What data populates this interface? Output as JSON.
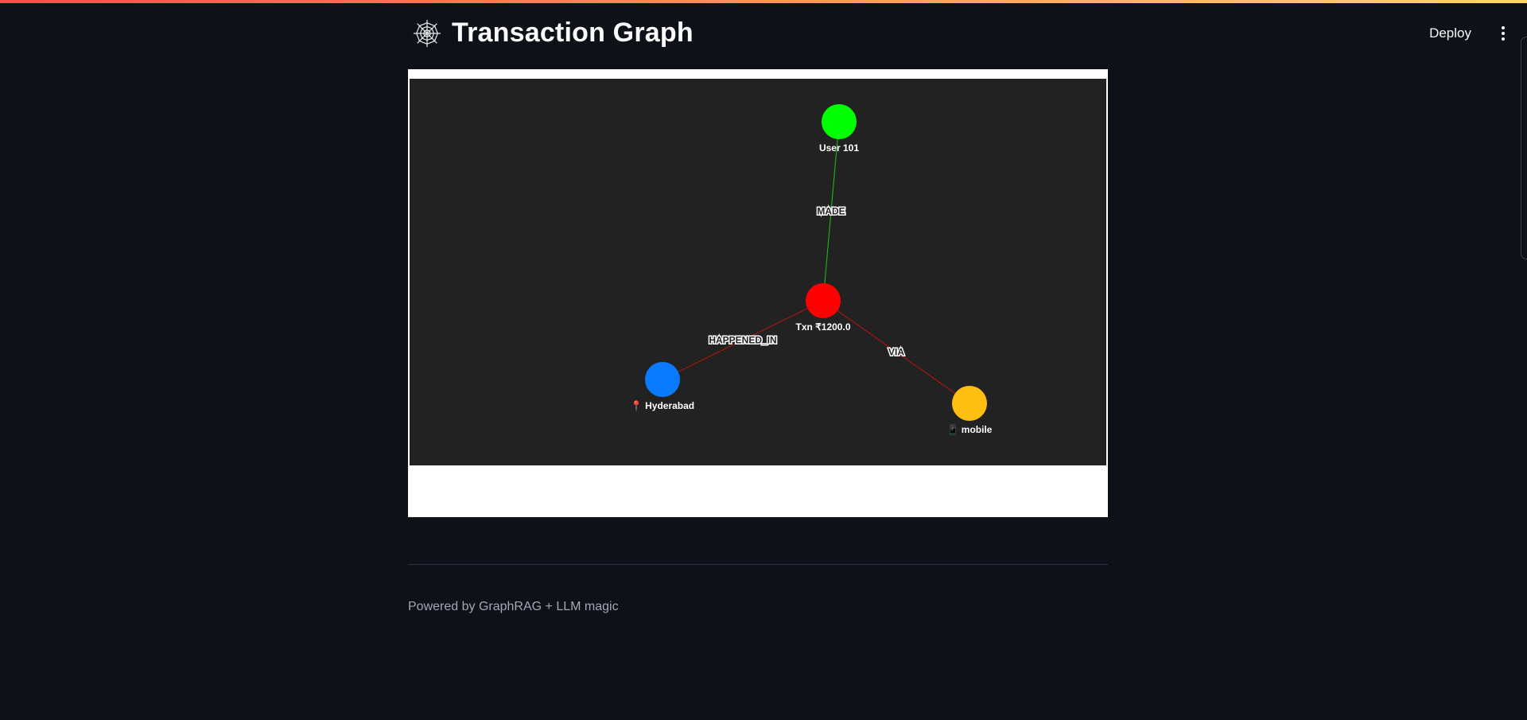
{
  "header": {
    "deploy_label": "Deploy",
    "menu_icon": "kebab-menu-icon"
  },
  "page": {
    "title": "Transaction Graph",
    "title_icon": "spider-web-icon",
    "footer": "Powered by GraphRAG + LLM magic"
  },
  "graph": {
    "background": "#222222",
    "nodes": [
      {
        "id": "user",
        "label": "User 101",
        "color": "#00ff00"
      },
      {
        "id": "txn",
        "label": "Txn ₹1200.0",
        "color": "#ff0000"
      },
      {
        "id": "city",
        "label": "📍 Hyderabad",
        "color": "#0a7aff"
      },
      {
        "id": "device",
        "label": "📱 mobile",
        "color": "#ffbf10"
      }
    ],
    "edges": [
      {
        "from": "user",
        "to": "txn",
        "label": "MADE",
        "color": "#1fa81f"
      },
      {
        "from": "txn",
        "to": "city",
        "label": "HAPPENED_IN",
        "color": "#a01515"
      },
      {
        "from": "txn",
        "to": "device",
        "label": "VIA",
        "color": "#a01515"
      }
    ]
  }
}
